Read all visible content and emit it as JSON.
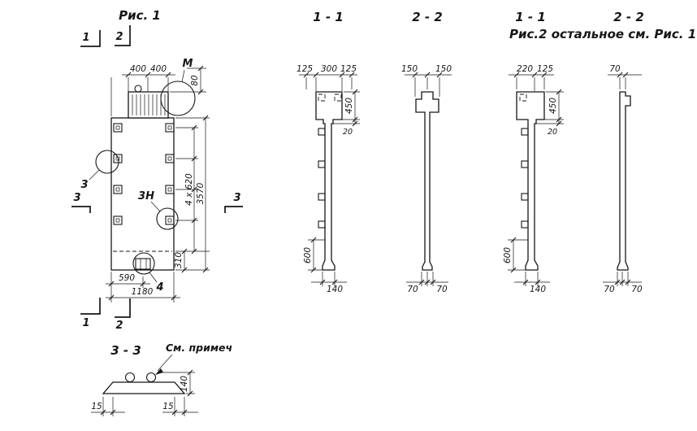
{
  "colors": {
    "ink": "#161616",
    "paper": "#ffffff"
  },
  "fig1": {
    "title": "Рис. 1",
    "mark_top_1": "1",
    "mark_top_2": "2",
    "mark_bottom_1": "1",
    "mark_bottom_2": "2",
    "mark_left_3": "3",
    "mark_right_3": "3",
    "dim_top_left": "400",
    "dim_top_right": "400",
    "detail_m": "М",
    "dim_height_top": "80",
    "callout_3": "3",
    "callout_3n": "3Н",
    "callout_4": "4",
    "dim_rows": "4 x 620",
    "dim_total_height": "3570",
    "dim_bottom_offset": "310",
    "dim_half_width": "590",
    "dim_width": "1180"
  },
  "section_1_1_mid": {
    "title": "1 - 1",
    "dim_left": "125",
    "dim_center": "300",
    "dim_right": "125",
    "dim_head": "450",
    "dim_step": "20",
    "dim_lower": "600",
    "dim_base": "140"
  },
  "section_2_2_mid": {
    "title": "2 - 2",
    "dim_left": "150",
    "dim_right": "150",
    "dim_base_left": "70",
    "dim_base_right": "70"
  },
  "fig2": {
    "caption": "Рис.2  остальное  см. Рис. 1",
    "section_1_1": {
      "title": "1 - 1",
      "dim_left": "220",
      "dim_right": "125",
      "dim_head": "450",
      "dim_step": "20",
      "dim_lower": "600",
      "dim_base": "140"
    },
    "section_2_2": {
      "title": "2 - 2",
      "dim_top": "70",
      "dim_base_left": "70",
      "dim_base_right": "70"
    }
  },
  "section_3_3": {
    "title": "3 - 3",
    "note": "См. примеч",
    "dim_height": "140",
    "dim_left": "15",
    "dim_right": "15"
  }
}
